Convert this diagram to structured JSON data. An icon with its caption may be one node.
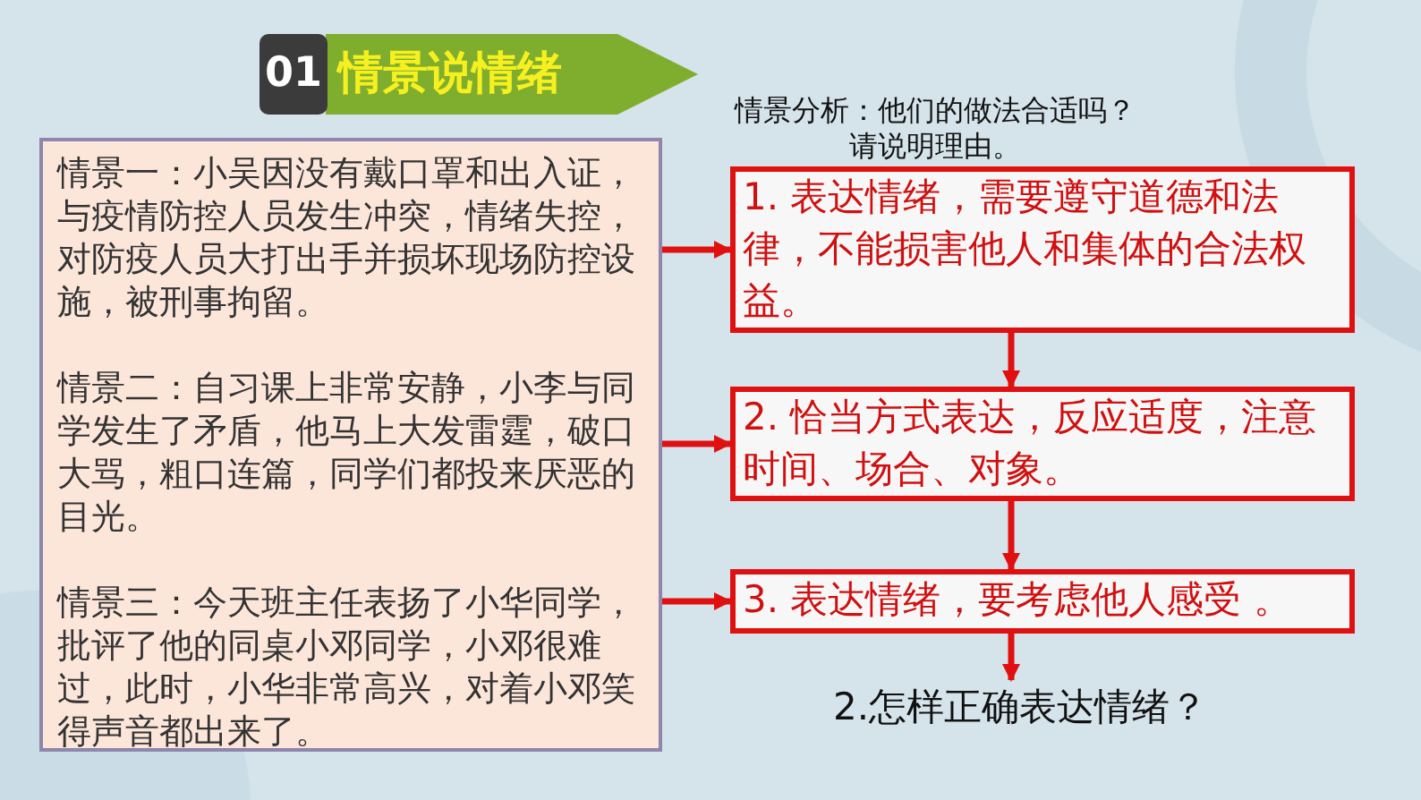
{
  "diagram": {
    "nodes": [
      {
        "text": [
          "01"
        ]
      },
      {
        "text": [
          "情景说情绪"
        ]
      },
      {
        "text": [
          "情景一：小吴因没有戴口罩和出入证，与疫情防控人员发生冲突，情绪失控，对防疫人员大打出手并损坏现场防控设施，被刑事拘留。",
          "情景二：自习课上非常安静，小李与同学发生了矛盾，他马上大发雷霆，破口大骂，粗口连篇，同学们都投来厌恶的目光。",
          "情景三：今天班主任表扬了小华同学，批评了他的同桌小邓同学，小邓很难过，此时，小华非常高兴，对着小邓笑得声音都出来了。"
        ]
      },
      {
        "text": [
          "1. 表达情绪，需要遵守道德和法律，不能损害他人和集体的合法权益。"
        ]
      },
      {
        "text": [
          "2. 恰当方式表达，反应适度，注意时间、场合、对象。"
        ]
      },
      {
        "text": [
          "3. 表达情绪，要考虑他人感受 。"
        ]
      },
      {
        "text": [
          "2.怎样正确表达情绪？"
        ]
      }
    ],
    "edges": [
      {
        "from": 2,
        "to": 3,
        "arrow": "to"
      },
      {
        "from": 2,
        "to": 4,
        "arrow": "to"
      },
      {
        "from": 2,
        "to": 5,
        "arrow": "to"
      },
      {
        "from": 3,
        "to": 4,
        "arrow": "to"
      },
      {
        "from": 4,
        "to": 5,
        "arrow": "to"
      },
      {
        "from": 5,
        "to": 6,
        "arrow": "to"
      }
    ],
    "labels": [
      "情景分析：他们的做法合适吗？请说明理由。"
    ]
  }
}
